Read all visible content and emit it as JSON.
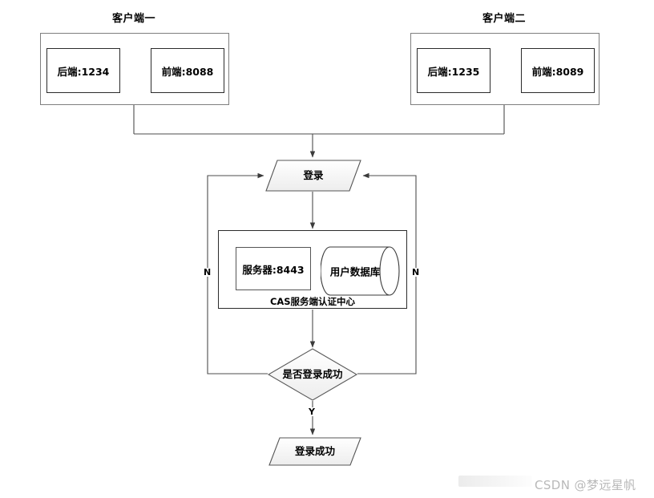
{
  "diagram": {
    "title_client1": "客户端一",
    "title_client2": "客户端二",
    "client1": {
      "backend": "后端:1234",
      "frontend": "前端:8088"
    },
    "client2": {
      "backend": "后端:1235",
      "frontend": "前端:8089"
    },
    "login_node": "登录",
    "cas": {
      "server": "服务器:8443",
      "database": "用户数据库",
      "caption": "CAS服务端认证中心"
    },
    "decision": "是否登录成功",
    "success_node": "登录成功",
    "edge_labels": {
      "no_left": "N",
      "no_right": "N",
      "yes": "Y"
    },
    "colors": {
      "stroke_dark": "#2b2b2b",
      "stroke_gray": "#7f7f7f",
      "shape_fill_top": "#ffffff",
      "shape_fill_bottom": "#efefef",
      "text": "#000000"
    }
  },
  "watermark": {
    "text": "CSDN @梦远星帆"
  }
}
